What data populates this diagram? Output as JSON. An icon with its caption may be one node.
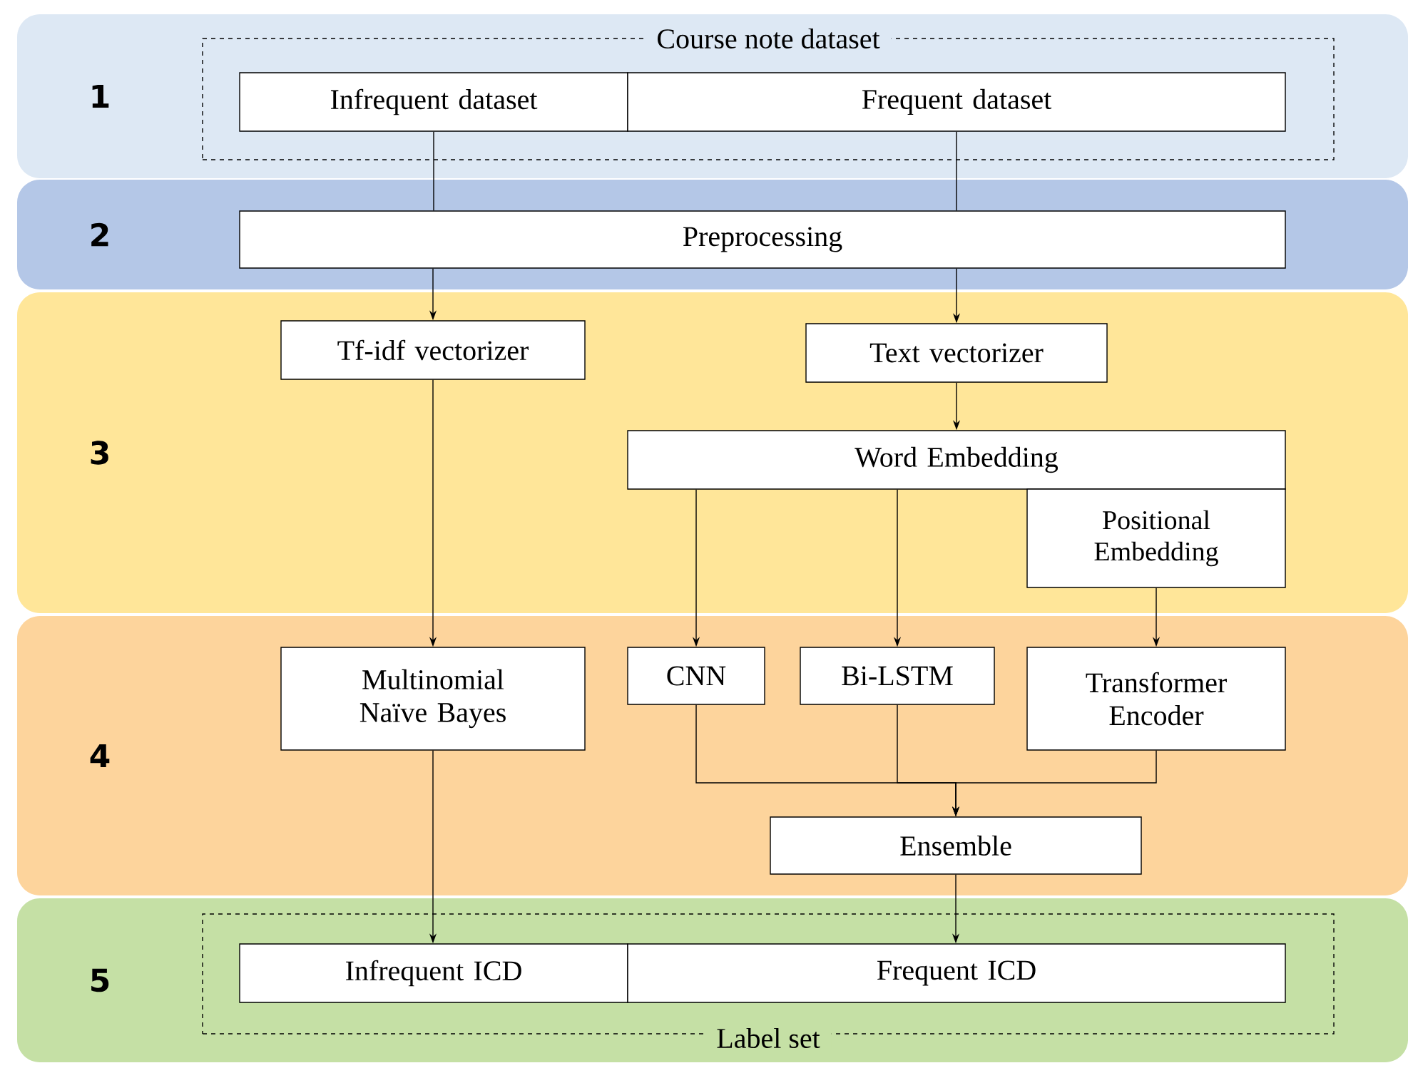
{
  "diagram": {
    "nodes": [
      {
        "text": [
          "1"
        ]
      },
      {
        "text": [
          "Course note dataset"
        ],
        "in": 0
      },
      {
        "text": [
          "Infrequent dataset"
        ],
        "in": 1
      },
      {
        "text": [
          "Frequent dataset"
        ],
        "in": 1
      },
      {
        "text": [
          "2"
        ]
      },
      {
        "text": [
          "Preprocessing"
        ],
        "in": 4
      },
      {
        "text": [
          "3"
        ]
      },
      {
        "text": [
          "Tf-idf vectorizer"
        ],
        "in": 6
      },
      {
        "text": [
          "Text vectorizer"
        ],
        "in": 6
      },
      {
        "text": [
          "Word Embedding"
        ],
        "in": 6
      },
      {
        "text": [
          "Positional Embedding"
        ],
        "in": 6
      },
      {
        "text": [
          "4"
        ]
      },
      {
        "text": [
          "Multinomial Naïve Bayes"
        ],
        "in": 11
      },
      {
        "text": [
          "CNN"
        ],
        "in": 11
      },
      {
        "text": [
          "Bi-LSTM"
        ],
        "in": 11
      },
      {
        "text": [
          "Transformer Encoder"
        ],
        "in": 11
      },
      {
        "text": [
          "Ensemble"
        ],
        "in": 11
      },
      {
        "text": [
          "5"
        ]
      },
      {
        "text": [
          "Label set"
        ],
        "in": 17
      },
      {
        "text": [
          "Infrequent ICD"
        ],
        "in": 18
      },
      {
        "text": [
          "Frequent ICD"
        ],
        "in": 18
      }
    ],
    "edges": [
      {
        "from": 2,
        "to": 5,
        "arrow": "none"
      },
      {
        "from": 3,
        "to": 5,
        "arrow": "none"
      },
      {
        "from": 5,
        "to": 7,
        "arrow": "to"
      },
      {
        "from": 5,
        "to": 8,
        "arrow": "to"
      },
      {
        "from": 8,
        "to": 9,
        "arrow": "to"
      },
      {
        "from": 7,
        "to": 12,
        "arrow": "to"
      },
      {
        "from": 9,
        "to": 13,
        "arrow": "to"
      },
      {
        "from": 9,
        "to": 14,
        "arrow": "to"
      },
      {
        "from": 10,
        "to": 15,
        "arrow": "to"
      },
      {
        "from": 13,
        "to": 16,
        "arrow": "to"
      },
      {
        "from": 14,
        "to": 16,
        "arrow": "to"
      },
      {
        "from": 15,
        "to": 16,
        "arrow": "to"
      },
      {
        "from": 12,
        "to": 19,
        "arrow": "to"
      },
      {
        "from": 16,
        "to": 20,
        "arrow": "to"
      }
    ]
  }
}
